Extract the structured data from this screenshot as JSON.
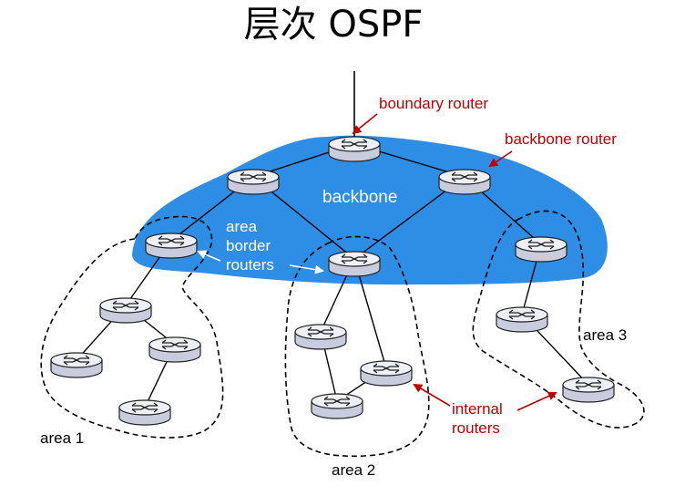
{
  "title": "层次 OSPF",
  "colors": {
    "backbone_fill": "#2e8ee6",
    "annotation": "#c00000",
    "router_body": "#d9dbe8",
    "router_top": "#eef0f7"
  },
  "labels": {
    "boundary_router": "boundary router",
    "backbone_router": "backbone router",
    "backbone": "backbone",
    "area_border_routers": [
      "area",
      "border",
      "routers"
    ],
    "internal_routers": [
      "internal",
      "routers"
    ],
    "area1": "area 1",
    "area2": "area 2",
    "area3": "area 3"
  },
  "routers": [
    {
      "id": "top",
      "role": "boundary router"
    },
    {
      "id": "bb-left",
      "role": "backbone router"
    },
    {
      "id": "bb-right",
      "role": "backbone router"
    },
    {
      "id": "abr-area1",
      "role": "area border router"
    },
    {
      "id": "abr-area2",
      "role": "area border router"
    },
    {
      "id": "abr-area3",
      "role": "area border router"
    },
    {
      "id": "a1-mid",
      "role": "internal router"
    },
    {
      "id": "a1-left",
      "role": "internal router"
    },
    {
      "id": "a1-right",
      "role": "internal router"
    },
    {
      "id": "a1-bottom",
      "role": "internal router"
    },
    {
      "id": "a2-left",
      "role": "internal router"
    },
    {
      "id": "a2-right",
      "role": "internal router"
    },
    {
      "id": "a2-bottom",
      "role": "internal router"
    },
    {
      "id": "a3-mid",
      "role": "internal router"
    },
    {
      "id": "a3-bottom",
      "role": "internal router"
    }
  ],
  "links": [
    [
      "top",
      "bb-left"
    ],
    [
      "top",
      "bb-right"
    ],
    [
      "bb-left",
      "abr-area1"
    ],
    [
      "bb-left",
      "abr-area2"
    ],
    [
      "bb-right",
      "abr-area2"
    ],
    [
      "bb-right",
      "abr-area3"
    ],
    [
      "abr-area1",
      "a1-mid"
    ],
    [
      "a1-mid",
      "a1-left"
    ],
    [
      "a1-mid",
      "a1-right"
    ],
    [
      "a1-right",
      "a1-bottom"
    ],
    [
      "abr-area2",
      "a2-left"
    ],
    [
      "abr-area2",
      "a2-right"
    ],
    [
      "a2-left",
      "a2-bottom"
    ],
    [
      "a2-right",
      "a2-bottom"
    ],
    [
      "abr-area3",
      "a3-mid"
    ],
    [
      "a3-mid",
      "a3-bottom"
    ]
  ]
}
